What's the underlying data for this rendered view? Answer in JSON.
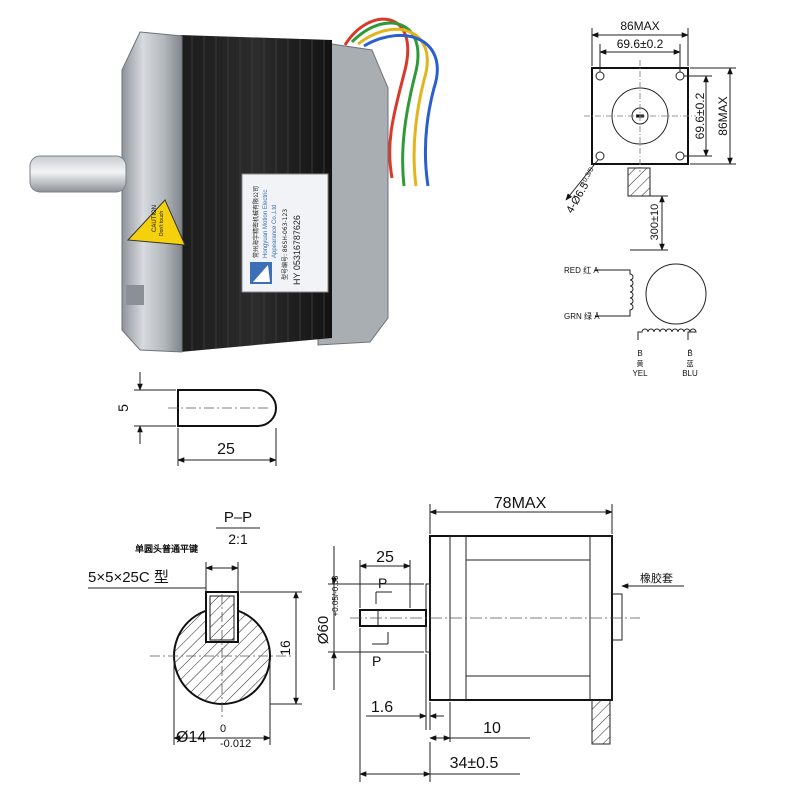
{
  "motor_photo": {
    "label_company_cn": "常州海宇精密机械有限公司",
    "label_company_en": "Hongyuan Motion Electric",
    "label_company_en2": "Appearance Co.,Ltd",
    "label_model": "型号编号: 86SH-063-123",
    "label_serial": "HY 05316787626",
    "caution_text": "CAUTION",
    "caution_sub": "Don't touch"
  },
  "front_view": {
    "dim_overall_width": "86MAX",
    "dim_hole_pitch_h": "69.6±0.2",
    "dim_hole_pitch_v": "69.6±0.2",
    "dim_overall_height": "86MAX",
    "dim_holes": "4-Ø6.5",
    "dim_holes_tol": "+0.3/0",
    "dim_lead_length": "300±10"
  },
  "wiring": {
    "red_label": "RED 红 A",
    "grn_label": "GRN 绿 Ā",
    "b_label": "B",
    "b_cn": "黄",
    "b_color": "YEL",
    "bbar_label": "B̄",
    "bbar_cn": "蓝",
    "bbar_color": "BLU"
  },
  "shaft_key": {
    "dim_width": "5",
    "dim_length": "25"
  },
  "section_view": {
    "title": "P–P",
    "scale": "2:1",
    "key_note_cn": "单圆头普通平键",
    "key_spec": "5×5×25C 型",
    "dim_key_depth": "16",
    "dim_shaft_dia": "Ø14",
    "dim_shaft_tol_upper": "0",
    "dim_shaft_tol_lower": "-0.012"
  },
  "side_view": {
    "dim_body_length": "78MAX",
    "dim_key_length": "25",
    "section_marker": "P",
    "dim_boss_dia": "Ø60",
    "dim_boss_tol": "+0.05/-0.03",
    "dim_boss_height": "1.6",
    "dim_flange_thickness": "10",
    "dim_shaft_length": "34±0.5",
    "grommet_note_cn": "橡胶套"
  },
  "colors": {
    "wire_red": "#d93a2b",
    "wire_green": "#2f9a3a",
    "wire_yellow": "#e2b51c",
    "wire_blue": "#2b5fd0",
    "label_blue": "#3d6fb8",
    "caution_yellow": "#f5d10d"
  }
}
